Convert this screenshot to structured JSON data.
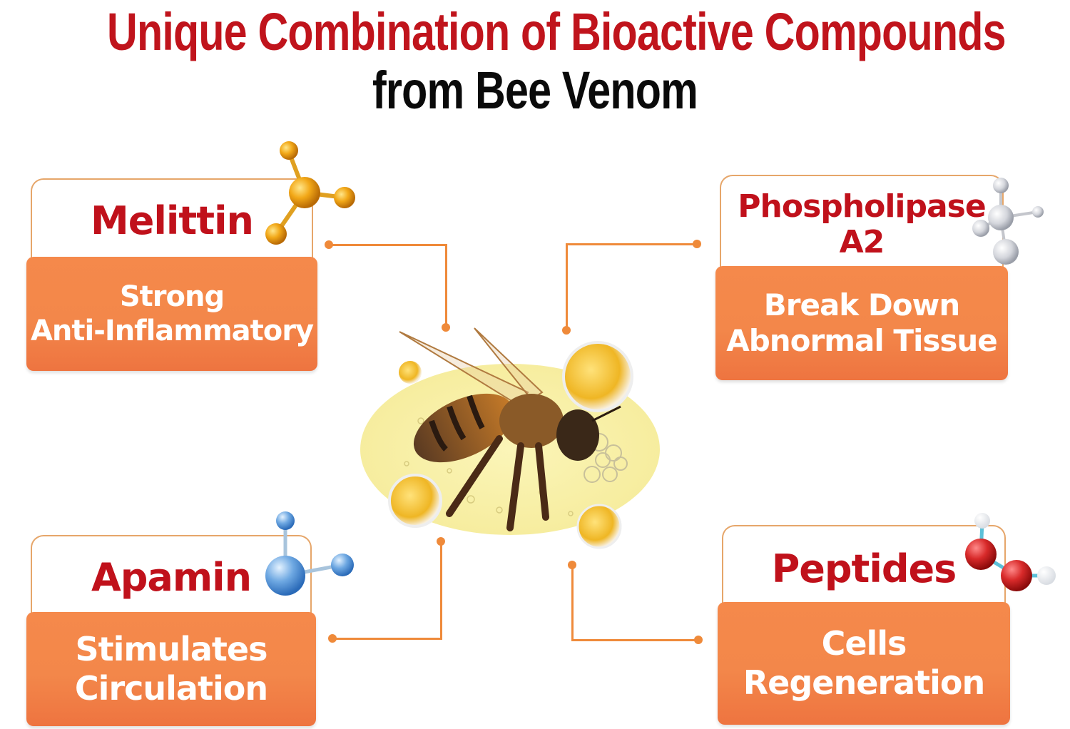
{
  "header": {
    "title_line1": "Unique Combination of Bioactive Compounds",
    "title_line2": "from Bee Venom"
  },
  "compounds": [
    {
      "name": "Melittin",
      "benefit": "Strong\nAnti-Inflammatory",
      "molecule_color": "#f0a818",
      "position": "top-left"
    },
    {
      "name": "Phospholipase\nA2",
      "benefit": "Break Down\nAbnormal Tissue",
      "molecule_color": "#c8ccd4",
      "position": "top-right"
    },
    {
      "name": "Apamin",
      "benefit": "Stimulates\nCirculation",
      "molecule_color": "#5c9ad8",
      "position": "bottom-left"
    },
    {
      "name": "Peptides",
      "benefit": "Cells\nRegeneration",
      "molecule_color": "#d83030",
      "position": "bottom-right"
    }
  ],
  "center": {
    "illustration": "honey-bee-with-venom-droplets"
  },
  "colors": {
    "title_red": "#c0141c",
    "title_black": "#0a0a0a",
    "card_orange": "#f3874a",
    "card_border": "#e6a66a",
    "connector": "#ef8a3a",
    "name_red": "#c0111b"
  }
}
